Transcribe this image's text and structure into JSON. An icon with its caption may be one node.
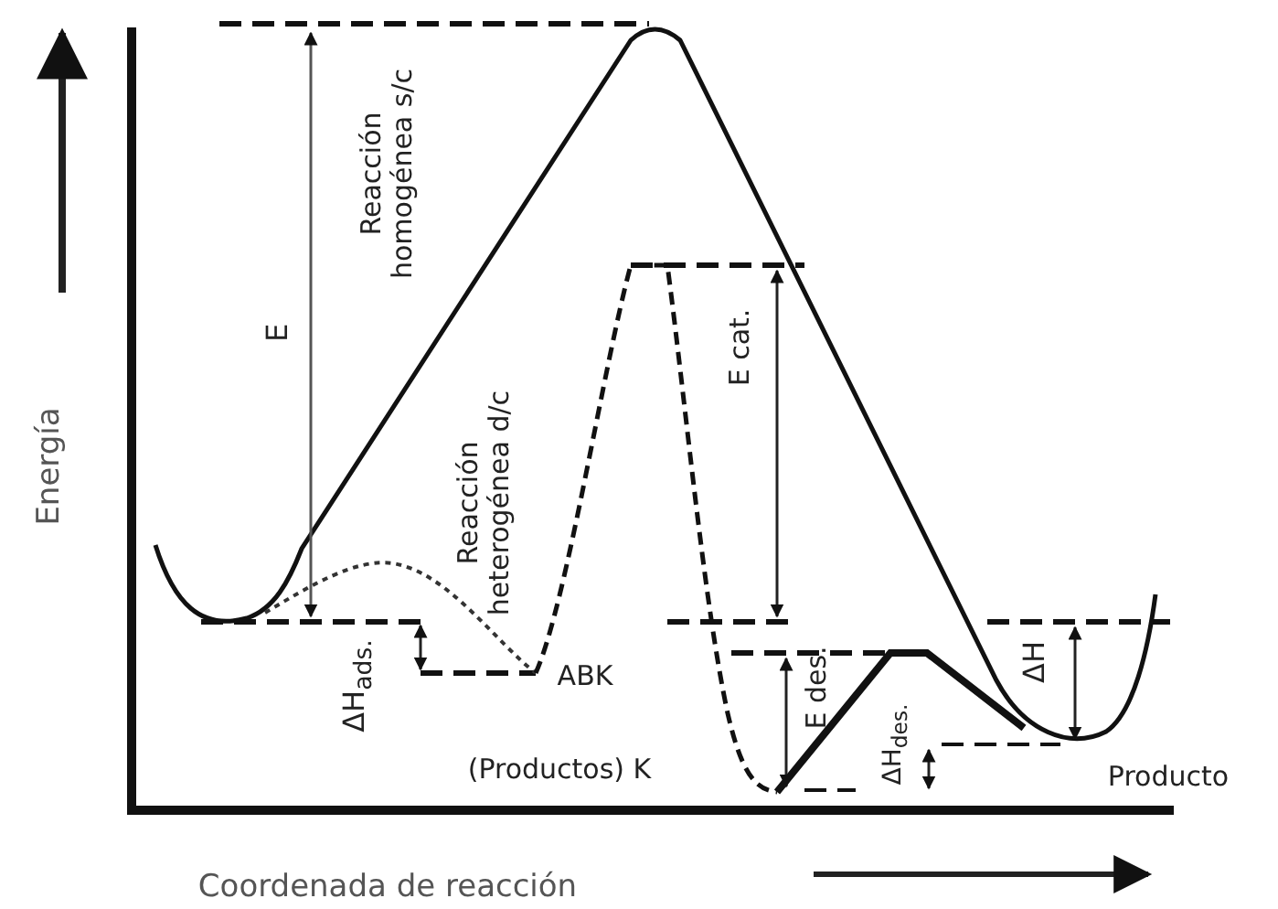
{
  "diagram": {
    "labels": [
      "Reacción homogénea s/c",
      "E",
      "Reacción heterogénea d/c",
      "E cat.",
      "Energía",
      "ΔH$_{ads.}$",
      "ABK",
      "E des.",
      "ΔH$_{des.}$",
      "(Productos) K",
      "ΔH",
      "Producto",
      "Coordenada de reacción"
    ]
  }
}
